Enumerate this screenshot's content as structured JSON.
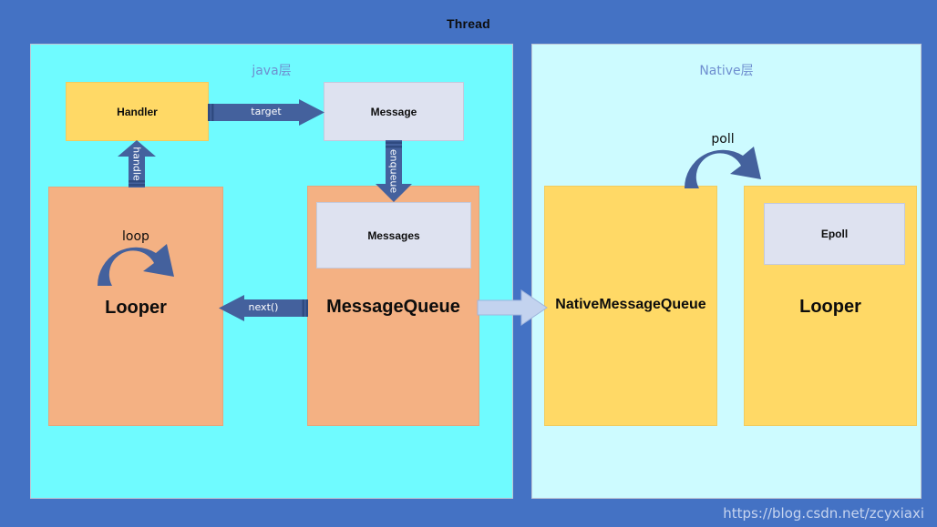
{
  "diagram": {
    "title": "Thread",
    "watermark": "https://blog.csdn.net/zcyxiaxi",
    "colors": {
      "frame": "#4472c4",
      "java_panel": "#6ffbff",
      "native_panel": "#cdfbff",
      "orange_box": "#f4b183",
      "yellow_box": "#ffd966",
      "grey_box": "#dee2f0",
      "arrow_blue": "#4472c4",
      "arrow_light": "#c3d3ef",
      "layer_label": "#6f8fd0",
      "watermark": "#c6d4ef"
    },
    "panels": [
      {
        "id": "java",
        "label": "java层"
      },
      {
        "id": "native",
        "label": "Native层"
      }
    ],
    "nodes": {
      "handler": "Handler",
      "message": "Message",
      "looper": "Looper",
      "message_queue": "MessageQueue",
      "messages": "Messages",
      "native_message_queue": "NativeMessageQueue",
      "native_looper": "Looper",
      "epoll": "Epoll"
    },
    "edges": {
      "target": "target",
      "handle": "handle",
      "enqueue": "enqueue",
      "next": "next()",
      "loop": "loop",
      "poll": "poll",
      "bridge": ""
    }
  }
}
